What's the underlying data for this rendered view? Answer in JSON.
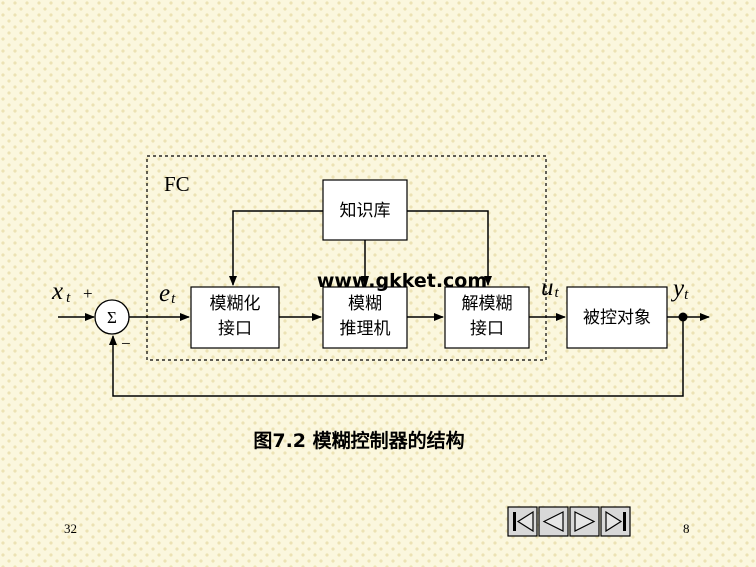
{
  "diagram": {
    "controller_label": "FC",
    "blocks": {
      "knowledge_base": "知识库",
      "fuzzification_line1": "模糊化",
      "fuzzification_line2": "接口",
      "inference_line1": "模糊",
      "inference_line2": "推理机",
      "defuzzification_line1": "解模糊",
      "defuzzification_line2": "接口",
      "plant": "被控对象"
    },
    "summing_junction": "Σ",
    "signals": {
      "input_var": "x",
      "input_sub": "t",
      "error_var": "e",
      "error_sub": "t",
      "control_var": "u",
      "control_sub": "t",
      "output_var": "y",
      "output_sub": "t"
    },
    "signs": {
      "plus": "+",
      "minus": "−"
    },
    "watermark": "www.gkket.com",
    "caption": "图7.2  模糊控制器的结构"
  },
  "footer": {
    "page_left": "32",
    "page_right": "8",
    "nav_buttons": [
      "first-icon",
      "previous-icon",
      "next-icon",
      "last-icon"
    ]
  }
}
